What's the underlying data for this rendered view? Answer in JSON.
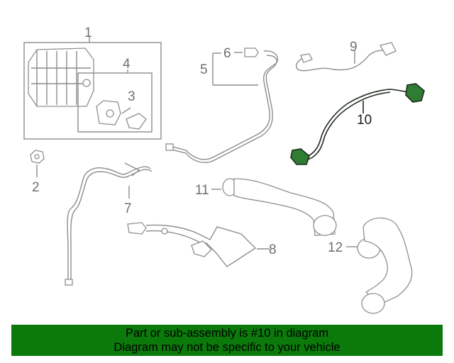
{
  "callouts": {
    "c1": "1",
    "c2": "2",
    "c3": "3",
    "c4": "4",
    "c5": "5",
    "c6": "6",
    "c7": "7",
    "c8": "8",
    "c9": "9",
    "c10": "10",
    "c11": "11",
    "c12": "12"
  },
  "banner": {
    "line1": "Part or sub-assembly is #10 in diagram",
    "line2": "Diagram may not be specific to your vehicle"
  },
  "colors": {
    "banner_background": "#0b7a0b",
    "line_art": "#8c8c8c",
    "highlighted_part": "#1f2a1f",
    "highlight_tint": "#2e7d32"
  }
}
